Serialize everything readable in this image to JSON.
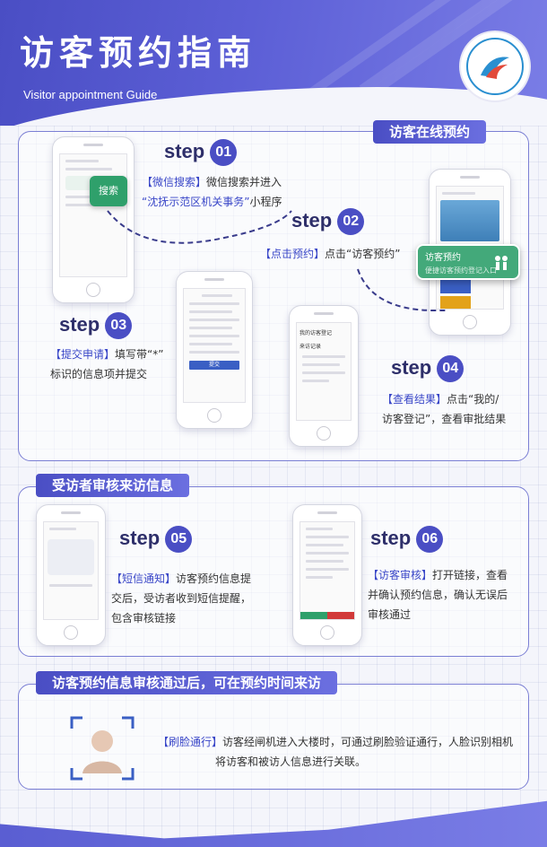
{
  "header": {
    "title_cn": "访客预约指南",
    "title_en": "Visitor appointment Guide"
  },
  "sections": {
    "online": "访客在线预约",
    "review": "受访者审核来访信息",
    "visit": "访客预约信息审核通过后，可在预约时间来访"
  },
  "steps": {
    "s1": {
      "word": "step",
      "num": "01",
      "tag": "【微信搜索】",
      "text1": "微信搜索并进入",
      "quote": "“沈抚示范区机关事务”",
      "text2": "小程序"
    },
    "s2": {
      "word": "step",
      "num": "02",
      "tag": "【点击预约】",
      "text": "点击“访客预约”"
    },
    "s3": {
      "word": "step",
      "num": "03",
      "tag": "【提交申请】",
      "text1": "填写带“*”",
      "text2": "标识的信息项并提交"
    },
    "s4": {
      "word": "step",
      "num": "04",
      "tag": "【查看结果】",
      "text1": "点击“我的/",
      "text2": "访客登记”，查看审批结果"
    },
    "s5": {
      "word": "step",
      "num": "05",
      "tag": "【短信通知】",
      "text1": "访客预约信息提",
      "text2": "交后，受访者收到短信提醒，",
      "text3": "包含审核链接"
    },
    "s6": {
      "word": "step",
      "num": "06",
      "tag": "【访客审核】",
      "text1": "打开链接，查看",
      "text2": "并确认预约信息，确认无误后",
      "text3": "审核通过"
    },
    "s7": {
      "tag": "【刷脸通行】",
      "text1": "访客经闸机进入大楼时，可通过刷脸验证通行，人脸识别相机",
      "text2": "将访客和被访人信息进行关联。"
    }
  },
  "phone_ui": {
    "search_button": "搜索",
    "popup_title": "访客预约",
    "popup_sub": "便捷访客预约登记入口",
    "menu_item1": "我的访客登记",
    "menu_item2": "来访记录",
    "form_title": "访客预约",
    "submit": "提交"
  },
  "colors": {
    "primary": "#4a4ec4",
    "accent_text": "#3a47c8",
    "green": "#2fa06b"
  }
}
